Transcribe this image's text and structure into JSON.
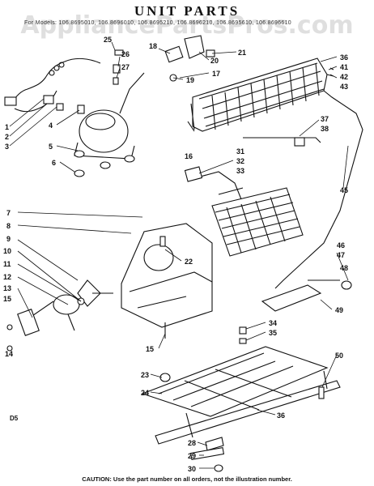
{
  "diagram": {
    "title": "UNIT PARTS",
    "subtitle": "For Models: 106.8695010, 106.8696010, 106.8695210, 106.8696210, 106.8695610, 106.8696610",
    "watermark": "AppliancePartsPros.com",
    "caption": "CAUTION: Use the part number on all orders, not the illustration number.",
    "diagram_code": "D5",
    "callouts": [
      "1",
      "2",
      "3",
      "4",
      "5",
      "6",
      "7",
      "8",
      "9",
      "10",
      "11",
      "12",
      "13",
      "14",
      "15",
      "15",
      "16",
      "17",
      "18",
      "19",
      "20",
      "21",
      "22",
      "23",
      "24",
      "25",
      "26",
      "27",
      "28",
      "29",
      "30",
      "31",
      "32",
      "33",
      "34",
      "35",
      "36",
      "36",
      "37",
      "38",
      "41",
      "42",
      "43",
      "45",
      "46",
      "47",
      "48",
      "49",
      "50"
    ]
  }
}
